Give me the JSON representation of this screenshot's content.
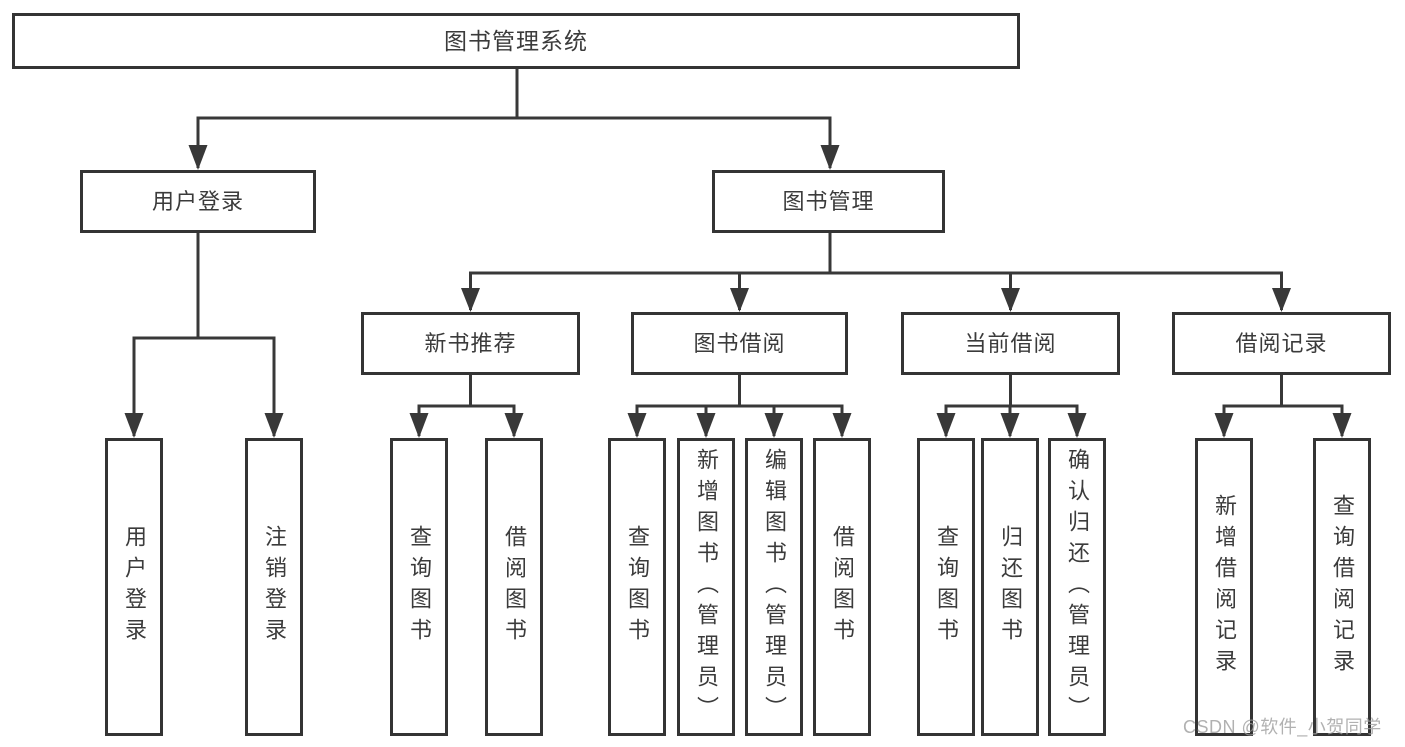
{
  "diagram": {
    "root": {
      "label": "图书管理系统"
    },
    "level2": [
      {
        "label": "用户登录"
      },
      {
        "label": "图书管理"
      }
    ],
    "level3": [
      {
        "label": "新书推荐"
      },
      {
        "label": "图书借阅"
      },
      {
        "label": "当前借阅"
      },
      {
        "label": "借阅记录"
      }
    ],
    "leaves": {
      "user_login": [
        "用户登录",
        "注销登录"
      ],
      "new_books": [
        "查询图书",
        "借阅图书"
      ],
      "book_borrow": [
        "查询图书",
        "新增图书（管理员）",
        "编辑图书（管理员）",
        "借阅图书"
      ],
      "current_borrow": [
        "查询图书",
        "归还图书",
        "确认归还（管理员）"
      ],
      "borrow_records": [
        "新增借阅记录",
        "查询借阅记录"
      ]
    }
  },
  "watermark": {
    "text": "CSDN @软件_小贺同学"
  },
  "colors": {
    "line": "#383838",
    "box_border": "#343434",
    "text": "#3b3b3b",
    "watermark": "#9e9e9e",
    "background": "#ffffff"
  }
}
